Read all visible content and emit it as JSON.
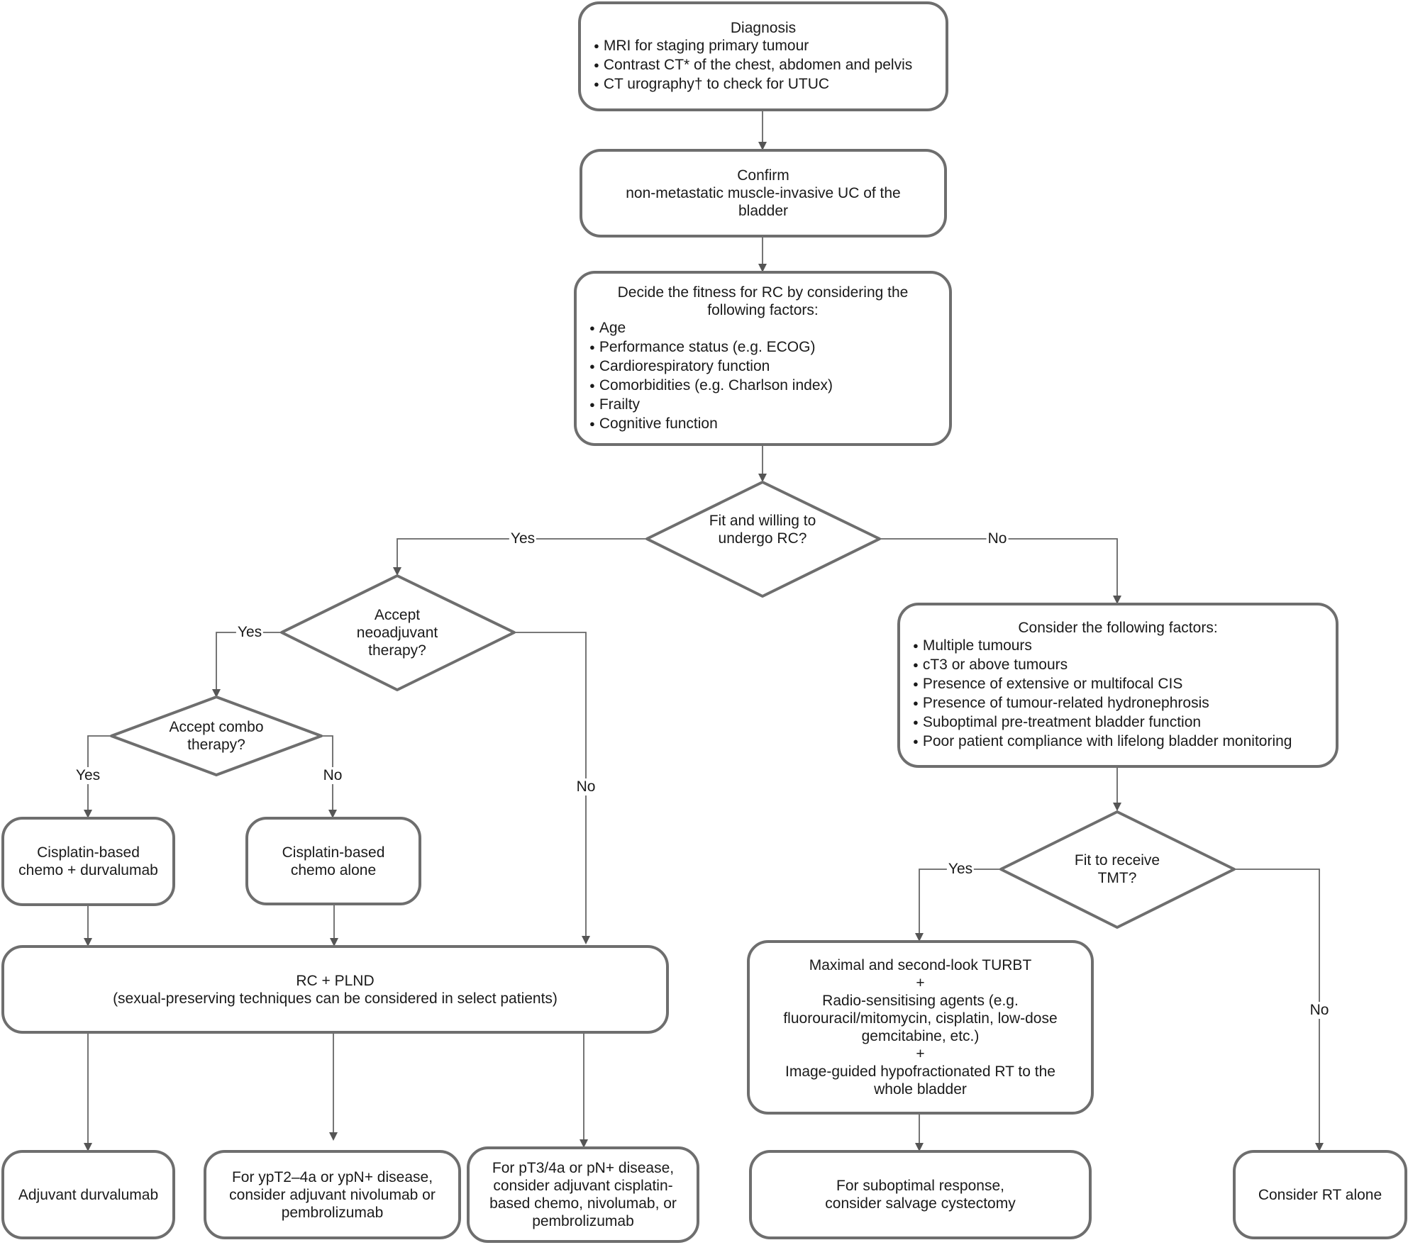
{
  "diagnosis": {
    "title": "Diagnosis",
    "items": [
      "MRI for staging primary tumour",
      "Contrast CT* of the chest, abdomen and pelvis",
      "CT urography† to check for UTUC"
    ]
  },
  "confirm": {
    "line1": "Confirm",
    "line2": "non-metastatic muscle-invasive UC of the bladder"
  },
  "fitness": {
    "title": "Decide the fitness for RC by considering the following factors:",
    "items": [
      "Age",
      "Performance status (e.g. ECOG)",
      "Cardiorespiratory function",
      "Comorbidities (e.g. Charlson index)",
      "Frailty",
      "Cognitive function"
    ]
  },
  "decision_fit": "Fit and willing to undergo RC?",
  "decision_neoadjuvant": "Accept neoadjuvant therapy?",
  "decision_combo": "Accept combo therapy?",
  "decision_tmt": "Fit to receive TMT?",
  "consider_factors": {
    "title": "Consider the following factors:",
    "items": [
      "Multiple tumours",
      "cT3 or above tumours",
      "Presence of extensive or multifocal CIS",
      "Presence of tumour-related hydronephrosis",
      "Suboptimal pre-treatment bladder function",
      "Poor patient compliance with lifelong bladder monitoring"
    ]
  },
  "cis_durva": "Cisplatin-based chemo + durvalumab",
  "cis_alone": "Cisplatin-based chemo alone",
  "rc_plnd": {
    "line1": "RC + PLND",
    "line2": "(sexual-preserving techniques can be considered in select patients)"
  },
  "tmt_box": {
    "l1": "Maximal and second-look TURBT",
    "plus1": "+",
    "l2": "Radio-sensitising agents (e.g. fluorouracil/mitomycin, cisplatin, low-dose gemcitabine, etc.)",
    "plus2": "+",
    "l3": "Image-guided hypofractionated RT to the whole bladder"
  },
  "out_adj_durva": "Adjuvant durvalumab",
  "out_yp": "For ypT2–4a or ypN+ disease, consider adjuvant nivolumab or pembrolizumab",
  "out_pt": "For pT3/4a or pN+ disease, consider adjuvant cisplatin-based chemo, nivolumab, or pembrolizumab",
  "out_salvage": "For suboptimal response, consider salvage cystectomy",
  "out_rt": "Consider RT alone",
  "labels": {
    "yes": "Yes",
    "no": "No"
  }
}
